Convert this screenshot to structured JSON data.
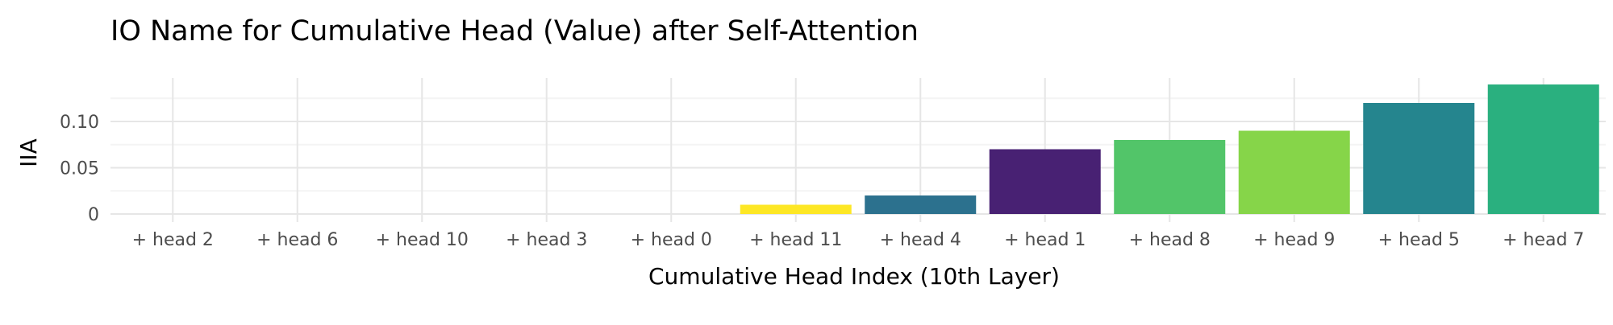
{
  "chart_data": {
    "type": "bar",
    "title": "IO Name for Cumulative Head (Value) after Self-Attention",
    "xlabel": "Cumulative Head Index (10th Layer)",
    "ylabel": "IIA",
    "categories": [
      "+ head 2",
      "+ head 6",
      "+ head 10",
      "+ head 3",
      "+ head 0",
      "+ head 11",
      "+ head 4",
      "+ head 1",
      "+ head 8",
      "+ head 9",
      "+ head 5",
      "+ head 7"
    ],
    "values": [
      0,
      0,
      0,
      0,
      0,
      0.01,
      0.02,
      0.07,
      0.08,
      0.09,
      0.12,
      0.14
    ],
    "colors": [
      "#440154",
      "#440154",
      "#440154",
      "#440154",
      "#440154",
      "#fde725",
      "#2c718e",
      "#482173",
      "#52c569",
      "#86d549",
      "#25858e",
      "#2ab07f"
    ],
    "ylim": [
      0,
      0.1443
    ],
    "yticks": [
      0,
      0.05,
      0.1
    ],
    "ytick_labels": [
      "0",
      "0.05",
      "0.10"
    ],
    "grid": true,
    "legend": "none"
  }
}
